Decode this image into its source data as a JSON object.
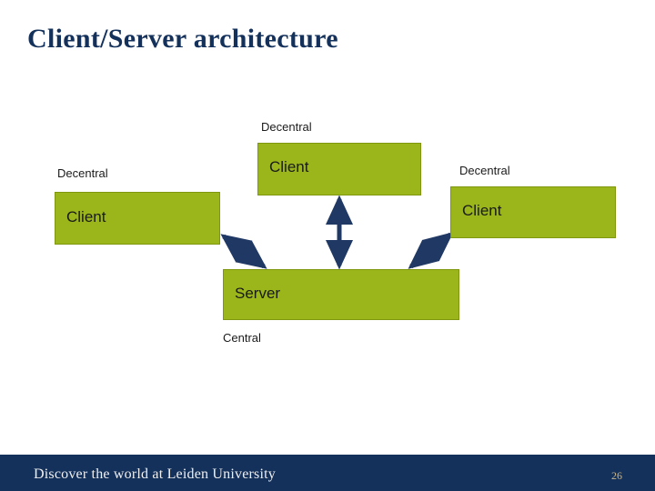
{
  "slide": {
    "title": "Client/Server architecture"
  },
  "diagram": {
    "boxes": [
      {
        "id": "client-top",
        "label": "Client"
      },
      {
        "id": "client-left",
        "label": "Client"
      },
      {
        "id": "client-right",
        "label": "Client"
      },
      {
        "id": "server",
        "label": "Server"
      }
    ],
    "captions": [
      {
        "id": "top",
        "text": "Decentral"
      },
      {
        "id": "left",
        "text": "Decentral"
      },
      {
        "id": "right",
        "text": "Decentral"
      },
      {
        "id": "central",
        "text": "Central"
      }
    ],
    "colors": {
      "box_fill": "#9ab61b",
      "arrow": "#1f3864",
      "title": "#14315c",
      "footer_bar": "#14315c"
    }
  },
  "footer": {
    "text": "Discover the world at Leiden University",
    "page": "26"
  }
}
